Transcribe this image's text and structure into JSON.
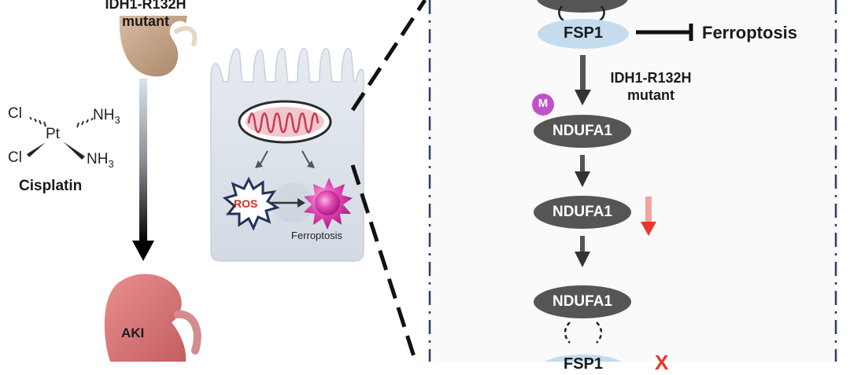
{
  "left": {
    "top_kidney_label_line1": "IDH1-R132H",
    "top_kidney_label_line2": "mutant",
    "drug_name": "Cisplatin",
    "chem_cl_top": "Cl",
    "chem_cl_bottom": "Cl",
    "chem_pt": "Pt",
    "chem_nh3_top": "NH",
    "chem_nh3_bottom": "NH",
    "chem_sub": "3",
    "bottom_kidney_label": "AKI"
  },
  "cell": {
    "ros_label": "ROS",
    "ferroptosis_label": "Ferroptosis"
  },
  "pathway": {
    "fsp1_top": "FSP1",
    "ferroptosis_label": "Ferroptosis",
    "mutant_line1": "IDH1-R132H",
    "mutant_line2": "mutant",
    "methyl_badge": "M",
    "ndufa1_1": "NDUFA1",
    "ndufa1_2": "NDUFA1",
    "ndufa1_3": "NDUFA1",
    "fsp1_bottom": "FSP1",
    "block_mark": "X"
  },
  "colors": {
    "pill_dark": "#555555",
    "pill_light": "#c5dcef",
    "methyl": "#c052c8",
    "ros_red": "#d42a1e",
    "ferroptosis_magenta": "#d22f9c",
    "down_arrow_red": "#e8362a",
    "panel_border": "#2e3e66",
    "kidney_pink": "#d97778",
    "kidney_tan": "#c19f82"
  }
}
